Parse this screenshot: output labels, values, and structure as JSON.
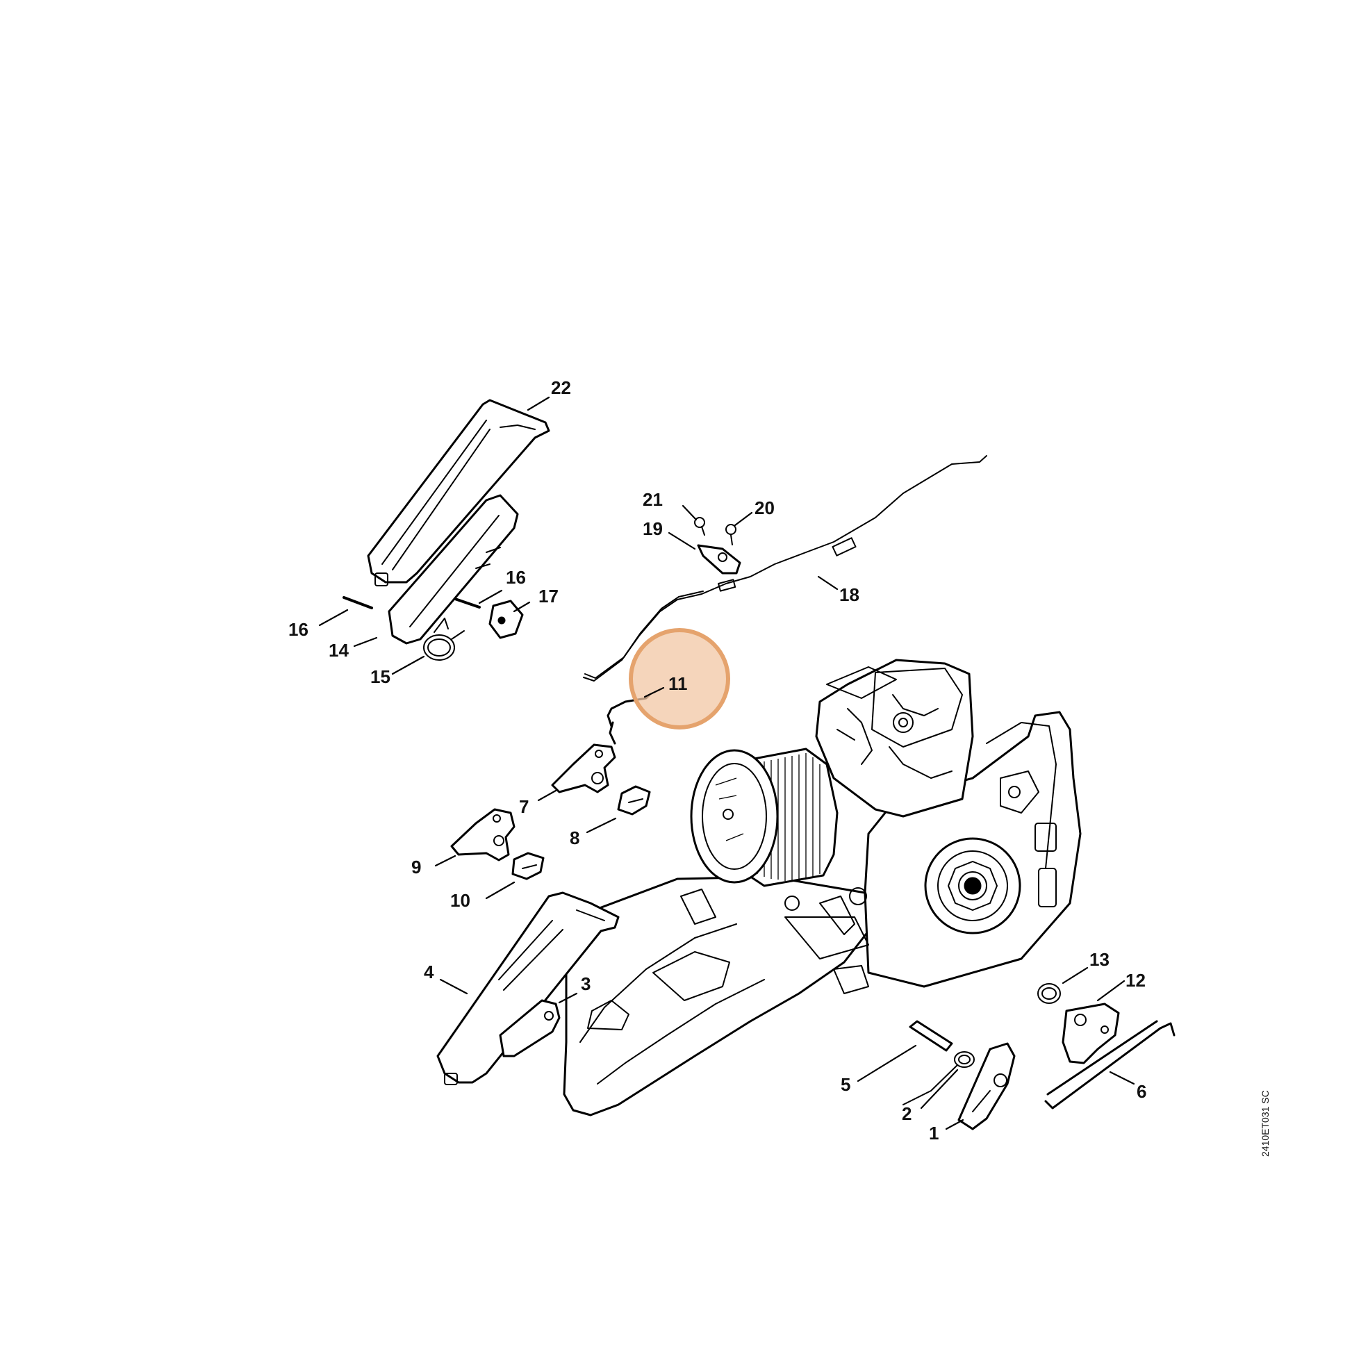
{
  "diagram": {
    "highlighted_part": "11",
    "highlight_color": "#e5a36d",
    "highlight_fill": "#f1c7a4",
    "doc_code": "2410ET031 SC",
    "callouts": [
      {
        "label": "1"
      },
      {
        "label": "2"
      },
      {
        "label": "3"
      },
      {
        "label": "4"
      },
      {
        "label": "5"
      },
      {
        "label": "6"
      },
      {
        "label": "7"
      },
      {
        "label": "8"
      },
      {
        "label": "9"
      },
      {
        "label": "10"
      },
      {
        "label": "11"
      },
      {
        "label": "12"
      },
      {
        "label": "13"
      },
      {
        "label": "14"
      },
      {
        "label": "15"
      },
      {
        "label": "16"
      },
      {
        "label": "16"
      },
      {
        "label": "17"
      },
      {
        "label": "18"
      },
      {
        "label": "19"
      },
      {
        "label": "20"
      },
      {
        "label": "21"
      },
      {
        "label": "22"
      }
    ]
  }
}
